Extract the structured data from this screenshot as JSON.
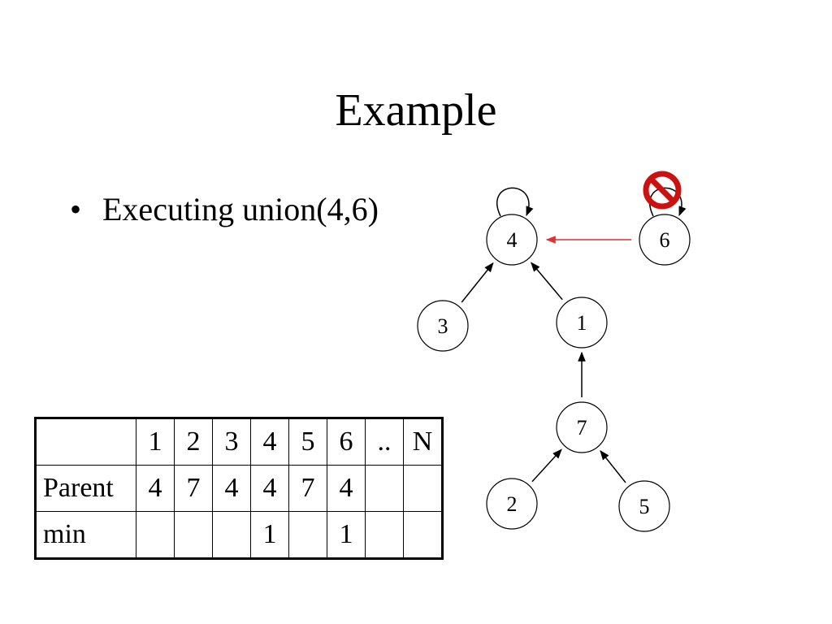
{
  "slide": {
    "title": "Example",
    "bullet": "Executing union(4,6)"
  },
  "tree": {
    "nodes": [
      {
        "id": "4",
        "label": "4"
      },
      {
        "id": "6",
        "label": "6"
      },
      {
        "id": "3",
        "label": "3"
      },
      {
        "id": "1",
        "label": "1"
      },
      {
        "id": "7",
        "label": "7"
      },
      {
        "id": "2",
        "label": "2"
      },
      {
        "id": "5",
        "label": "5"
      }
    ],
    "edges": [
      {
        "from": "3",
        "to": "4"
      },
      {
        "from": "1",
        "to": "4"
      },
      {
        "from": "7",
        "to": "1"
      },
      {
        "from": "2",
        "to": "7"
      },
      {
        "from": "5",
        "to": "7"
      }
    ],
    "union_edge": {
      "from": "6",
      "to": "4",
      "color": "#e03030"
    },
    "self_loops": [
      "4",
      "6"
    ],
    "removed_self_loop": "6",
    "prohibition_color": "#cc1111"
  },
  "table": {
    "header": [
      "",
      "1",
      "2",
      "3",
      "4",
      "5",
      "6",
      "..",
      "N"
    ],
    "rows": [
      {
        "label": "Parent",
        "cells": [
          "4",
          "7",
          "4",
          "4",
          "7",
          "4",
          "",
          ""
        ]
      },
      {
        "label": "min",
        "cells": [
          "",
          "",
          "",
          "1",
          "",
          "1",
          "",
          ""
        ]
      }
    ]
  }
}
